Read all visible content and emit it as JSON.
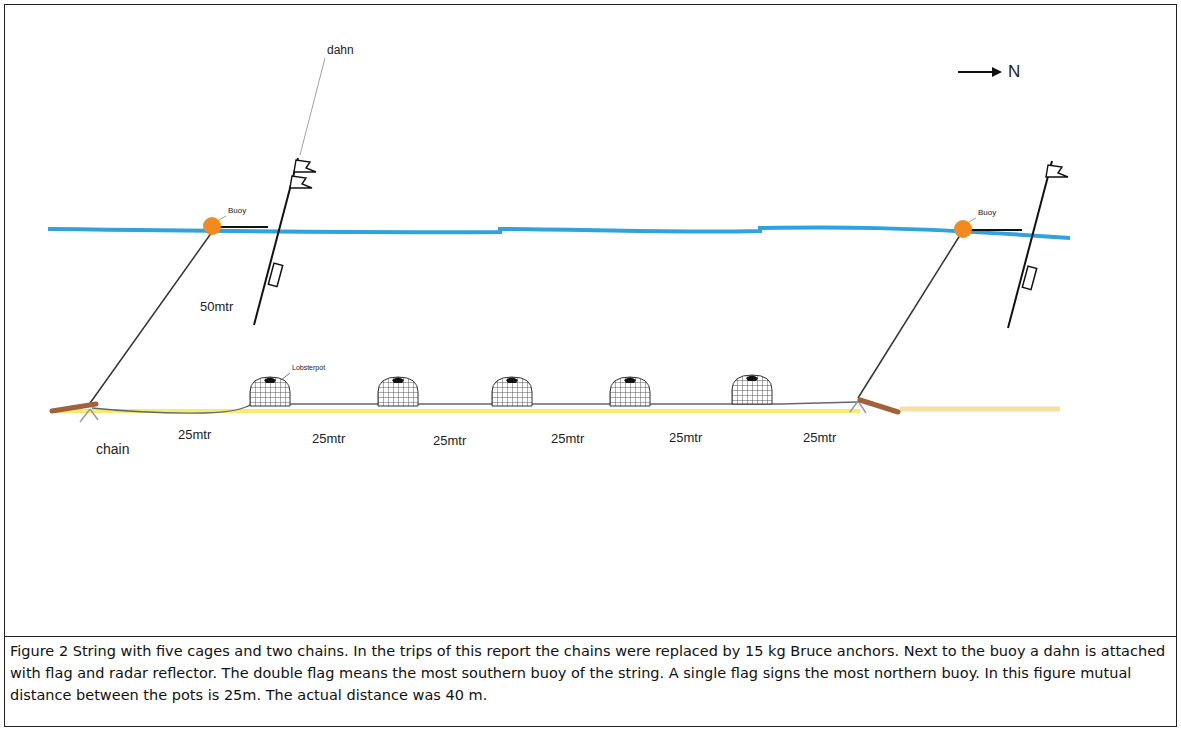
{
  "diagram": {
    "caption": "Figure 2 String with five cages and two chains. In the trips of this report the chains were replaced by 15 kg Bruce anchors. Next to the buoy a dahn is attached with flag and radar reflector. The double flag means the most southern buoy of the string. A single flag signs the most northern buoy. In this figure mutual distance between the pots is 25m. The actual distance was 40 m.",
    "labels": [
      "dahn",
      "Buoy",
      "N",
      "Buoy",
      "50mtr",
      "Lobsterpot",
      "25mtr",
      "25mtr",
      "25mtr",
      "25mtr",
      "25mtr",
      "25mtr",
      "chain"
    ]
  }
}
